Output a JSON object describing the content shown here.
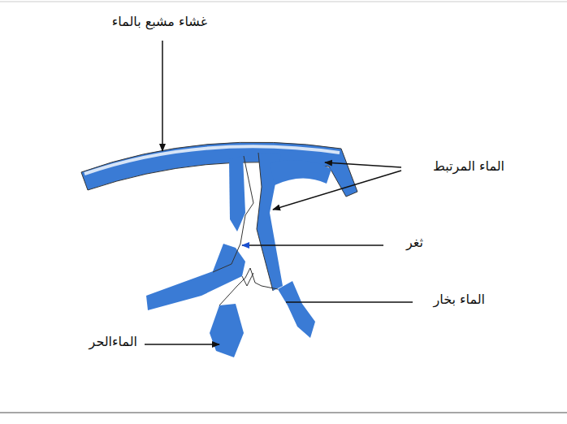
{
  "diagram": {
    "labels": [
      "غشاء مشبع بالماء",
      "الماء المرتبط",
      "ثغر",
      "الماء بخار",
      "الماءالحر"
    ]
  }
}
